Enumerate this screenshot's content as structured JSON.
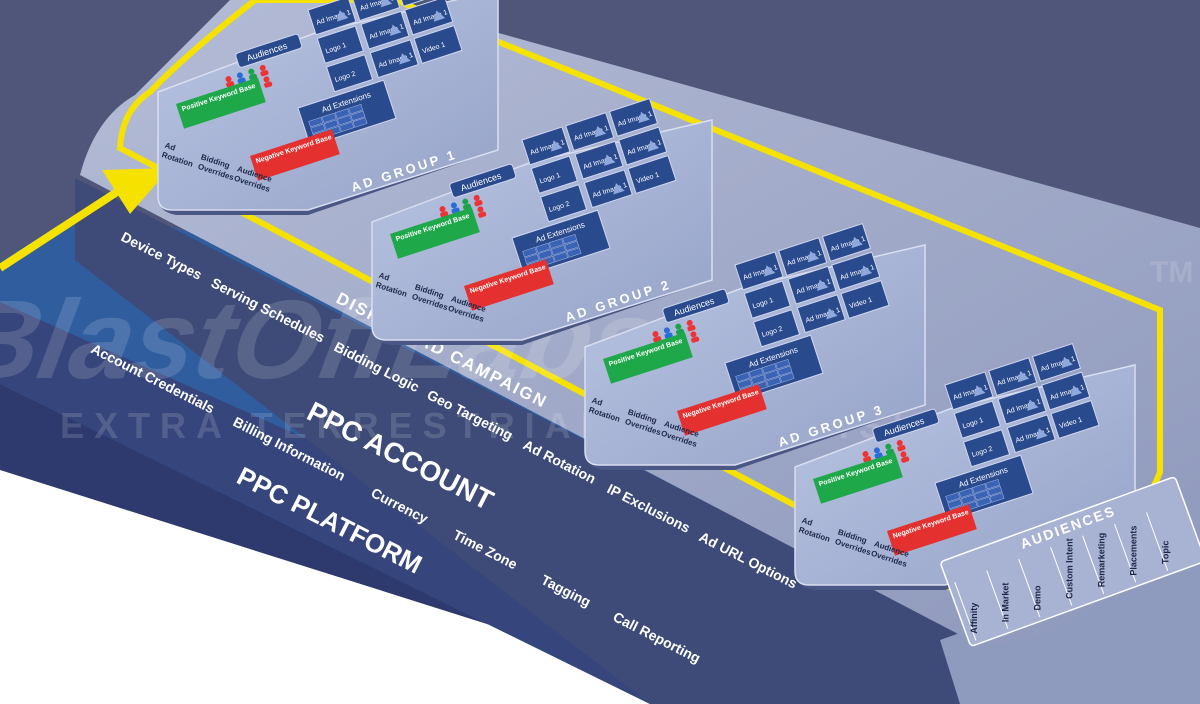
{
  "platform": {
    "title": "PPC PLATFORM",
    "settings": [
      "Account Credentials",
      "Billing Information",
      "Currency",
      "Time Zone",
      "Tagging",
      "Call Reporting"
    ]
  },
  "account": {
    "title": "PPC ACCOUNT"
  },
  "campaign": {
    "title": "DISPLAY AD CAMPAIGN",
    "settings": [
      "Device Types",
      "Serving Schedules",
      "Bidding Logic",
      "Geo Targeting",
      "Ad Rotation",
      "IP Exclusions",
      "Ad URL Options"
    ]
  },
  "ad_groups": [
    {
      "title": "AD GROUP 1"
    },
    {
      "title": "AD GROUP 2"
    },
    {
      "title": "AD GROUP 3"
    },
    {
      "title": "AD GROUP 4"
    }
  ],
  "ad_group_parts": {
    "audiences": "Audiences",
    "ad_extensions": "Ad Extensions",
    "positive_keywords": "Positive Keyword Base",
    "negative_keywords": "Negative Keyword Base",
    "ad_rotation": "Ad Rotation",
    "bidding_overrides": "Bidding Overrides",
    "audience_overrides": "Audience Overrides",
    "ad_images": [
      "Ad Image 1",
      "Ad Image 1",
      "Ad Image 1",
      "Ad Image 1",
      "Ad Image 1"
    ],
    "logos": [
      "Logo 1",
      "Logo 2"
    ],
    "video": "Video 1"
  },
  "audiences_panel": {
    "title": "AUDIENCES",
    "types": [
      "Affinity",
      "In Market",
      "Demo",
      "Custom Intent",
      "Remarketing",
      "Placements",
      "Topic"
    ]
  },
  "watermark": {
    "brand": "BlastOffLabs",
    "tagline": "EXTRA TERRESTRIAL ADVERTISING",
    "trademark": "TM"
  },
  "colors": {
    "background": "#50567a",
    "platform_layer": "#2e3a6e",
    "account_layer": "#2f5d9e",
    "campaign_layer": "#9aa3c2",
    "highlight_outline": "#f6e200",
    "ad_group_panel": "#a7b3d3",
    "ad_tile": "#2a4a8e",
    "positive_keywords": "#1fa84a",
    "negative_keywords": "#e53030",
    "text_light": "#ffffff",
    "text_dark": "#1e2748"
  }
}
